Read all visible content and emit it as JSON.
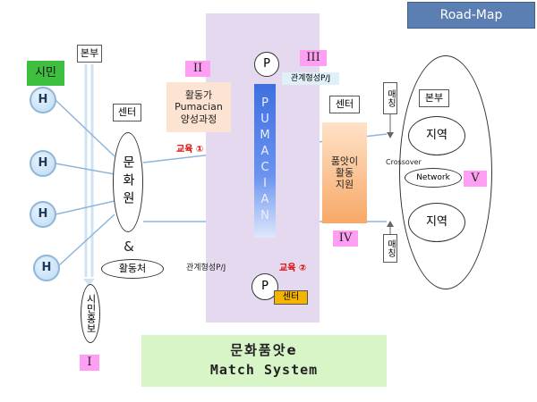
{
  "title_badge": "Road-Map",
  "citizen_label": "시민",
  "h_label": "H",
  "bonbu_left": "본부",
  "bonbu_right": "본부",
  "center_left": "센터",
  "center_right": "센터",
  "center_bottom": "센터",
  "culture_center": "문화원",
  "ampersand": "&",
  "activity_place": "활동처",
  "citizen_pr": "시민홍보",
  "roman_1": "I",
  "roman_2": "II",
  "roman_3": "III",
  "roman_4": "IV",
  "roman_5": "V",
  "training_box": [
    "활동가",
    "Pumacian",
    "양성과정"
  ],
  "edu_1": "교육 ①",
  "edu_2": "교육 ②",
  "p_label": "P",
  "pumacian_vertical": "PUMACIAN",
  "relation_top": "관계형성P/J",
  "relation_bottom": "관계형성P/J",
  "support_box": [
    "품앗이",
    "활동",
    "지원"
  ],
  "matching_top": "매칭",
  "matching_bottom": "매칭",
  "region_top": "지역",
  "region_bottom": "지역",
  "crossover": "Crossover",
  "network": "Network",
  "footer_title": "문화품앗e",
  "footer_subtitle": "Match System",
  "colors": {
    "badge": "#5b7fb3",
    "pink": "#ff9ff3",
    "purple_panel": "#e4d9ef",
    "pumacian_bar": "#3f6fe0",
    "training_box": "#fde3d2",
    "support_box": "#fbbf8c",
    "footer": "#d8f5c8",
    "line": "#8fb6d9"
  }
}
